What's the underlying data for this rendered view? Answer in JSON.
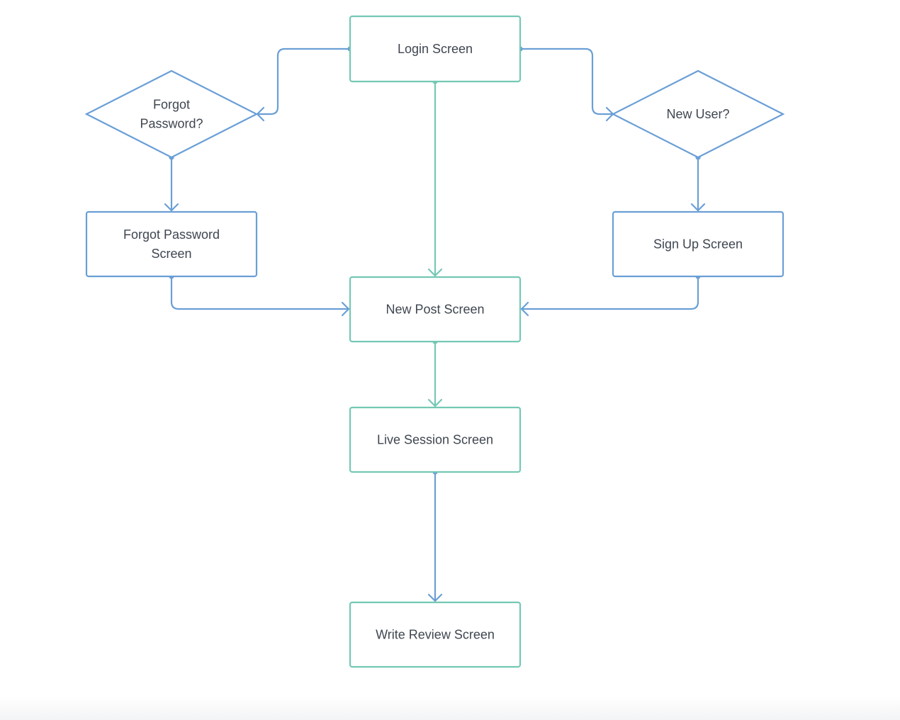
{
  "colors": {
    "teal": "#74c8b4",
    "blue": "#6a9fd6",
    "text": "#3f4650"
  },
  "nodes": {
    "login": {
      "lines": [
        "Login Screen"
      ]
    },
    "forgot_question": {
      "lines": [
        "Forgot",
        "Password?"
      ]
    },
    "new_user_question": {
      "lines": [
        "New User?"
      ]
    },
    "forgot_screen": {
      "lines": [
        "Forgot Password",
        "Screen"
      ]
    },
    "signup": {
      "lines": [
        "Sign Up Screen"
      ]
    },
    "new_post": {
      "lines": [
        "New Post Screen"
      ]
    },
    "live_session": {
      "lines": [
        "Live Session Screen"
      ]
    },
    "write_review": {
      "lines": [
        "Write Review Screen"
      ]
    }
  },
  "edges": [
    {
      "from": "login",
      "to": "forgot_question",
      "color": "blue"
    },
    {
      "from": "login",
      "to": "new_user_question",
      "color": "blue"
    },
    {
      "from": "login",
      "to": "new_post",
      "color": "teal"
    },
    {
      "from": "forgot_question",
      "to": "forgot_screen",
      "color": "blue"
    },
    {
      "from": "new_user_question",
      "to": "signup",
      "color": "blue"
    },
    {
      "from": "forgot_screen",
      "to": "new_post",
      "color": "blue"
    },
    {
      "from": "signup",
      "to": "new_post",
      "color": "blue"
    },
    {
      "from": "new_post",
      "to": "live_session",
      "color": "teal"
    },
    {
      "from": "live_session",
      "to": "write_review",
      "color": "blue"
    }
  ]
}
